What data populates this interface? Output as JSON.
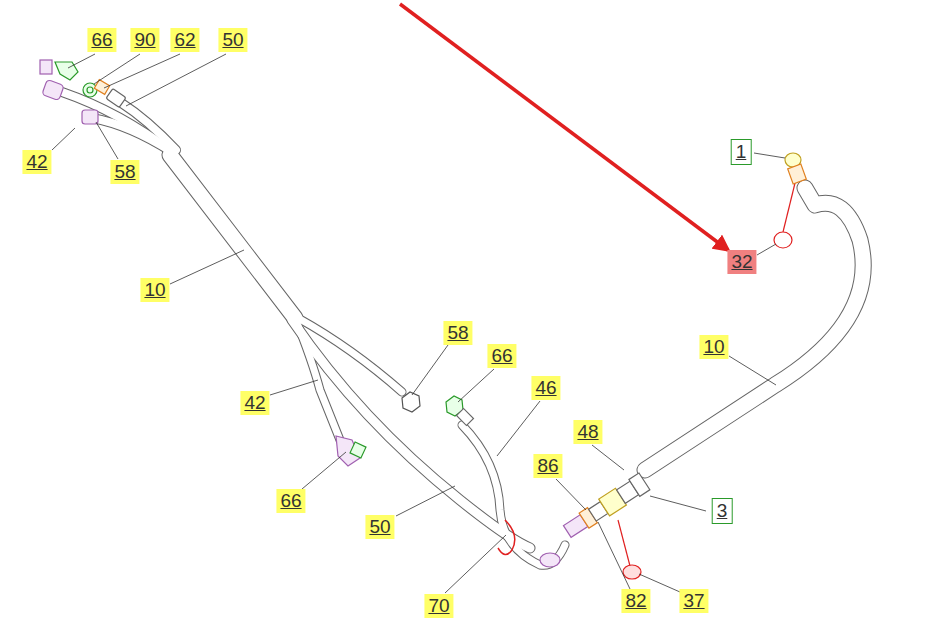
{
  "diagram": {
    "labels": [
      "66",
      "90",
      "62",
      "50",
      "42",
      "58",
      "1",
      "32",
      "10",
      "10",
      "58",
      "66",
      "46",
      "42",
      "48",
      "86",
      "3",
      "66",
      "50",
      "70",
      "82",
      "37"
    ]
  }
}
